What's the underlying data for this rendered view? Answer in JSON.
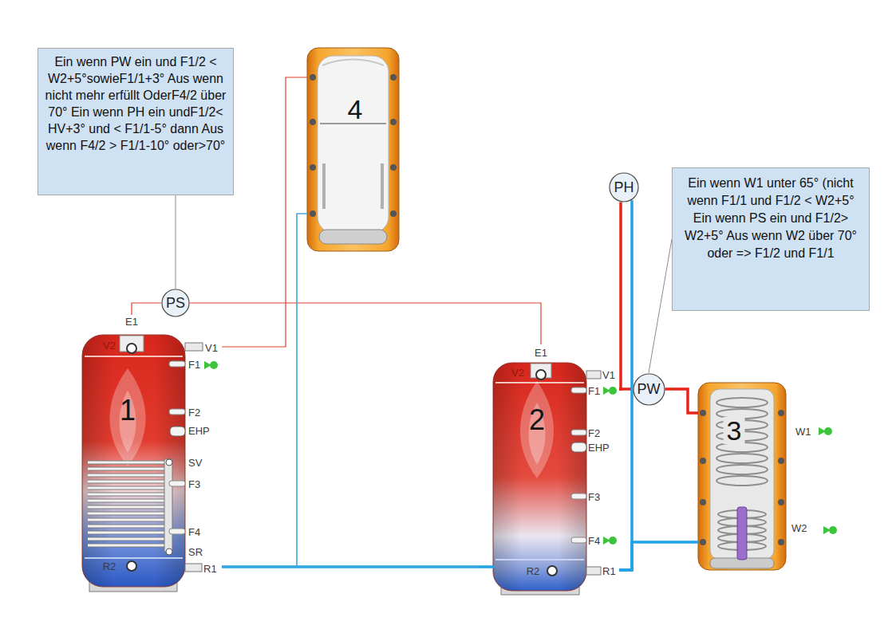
{
  "diagram": {
    "nodes": [
      {
        "text": [
          "Ein wenn PW ein und F1/2 < W2+5°sowieF1/1+3° Aus wenn nicht mehr erfüllt OderF4/2 über 70° Ein wenn PH ein undF1/2< HV+3° und < F1/1-5° dann Aus wenn F4/2 > F1/1-10° oder>70°"
        ]
      },
      {
        "text": [
          "4"
        ]
      },
      {
        "text": [
          "PH"
        ]
      },
      {
        "text": [
          "Ein wenn W1 unter 65° (nicht wenn F1/1 und F1/2 < W2+5° Ein wenn PS ein und F1/2> W2+5° Aus wenn W2 über 70° oder => F1/2 und F1/1"
        ]
      },
      {
        "text": [
          "PS"
        ]
      },
      {
        "text": [
          "1"
        ]
      },
      {
        "text": [
          "2"
        ]
      },
      {
        "text": [
          "PW"
        ]
      },
      {
        "text": [
          "3"
        ]
      }
    ],
    "edges": [
      {
        "from": 0,
        "to": 4,
        "arrow": "none"
      },
      {
        "from": 3,
        "to": 7,
        "arrow": "none"
      },
      {
        "from": 4,
        "to": 5,
        "arrow": "none"
      },
      {
        "from": 4,
        "to": 6,
        "arrow": "none"
      },
      {
        "from": 5,
        "to": 1,
        "arrow": "none"
      },
      {
        "from": 5,
        "to": 6,
        "arrow": "none"
      },
      {
        "from": 1,
        "to": 5,
        "arrow": "none"
      },
      {
        "from": 1,
        "to": 6,
        "arrow": "none"
      },
      {
        "from": 6,
        "to": 7,
        "arrow": "none"
      },
      {
        "from": 7,
        "to": 8,
        "arrow": "none"
      },
      {
        "from": 2,
        "to": 6,
        "arrow": "none"
      },
      {
        "from": 2,
        "to": 6,
        "arrow": "none"
      },
      {
        "from": 8,
        "to": 6,
        "arrow": "none"
      }
    ],
    "labels": [
      "V2",
      "E1",
      "V1",
      "F1",
      "F2",
      "EHP",
      "SV",
      "F3",
      "F4",
      "SR",
      "R2",
      "R1",
      "V2",
      "E1",
      "V1",
      "F1",
      "F2",
      "EHP",
      "F3",
      "F4",
      "R2",
      "R1",
      "W1",
      "W2"
    ]
  }
}
